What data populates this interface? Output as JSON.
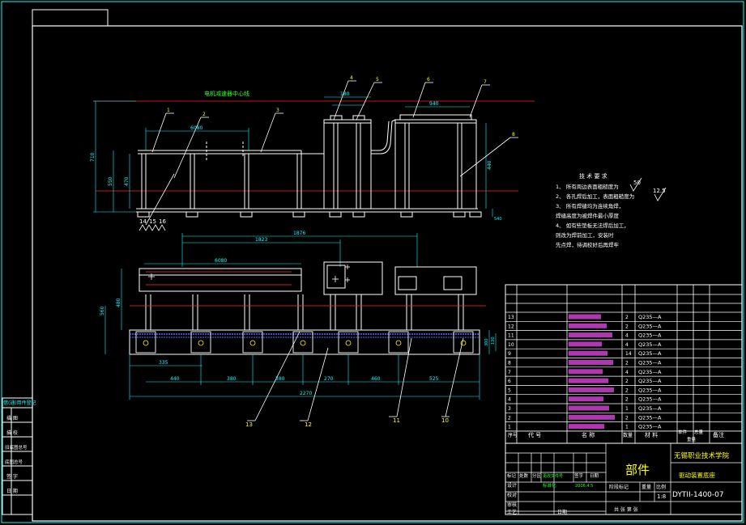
{
  "center_line_label": "电机减速器中心线",
  "tech_req": {
    "title": "技 术 要 求",
    "lines": [
      "1、 所有周边表面粗糙度为",
      "2、 各孔焊后加工，表面粗糙度为",
      "3、 所有焊缝均为连续角焊，",
      "    焊缝高度为被焊件最小厚度",
      "4、 如有些垫板无法焊后加工，",
      "    则改为焊前加工，安装时",
      "    先点焊，待调校好后再焊牢"
    ],
    "roughness_1": "50",
    "roughness_2": "12.5"
  },
  "front_view_dims": [
    "6080",
    "180",
    "940",
    "710",
    "550",
    "470",
    "440",
    "540"
  ],
  "front_view_balloons": [
    "1",
    "2",
    "3",
    "4",
    "5",
    "6",
    "7",
    "8"
  ],
  "front_view_bottom_labels": [
    "14",
    "15",
    "16"
  ],
  "plan_view_dims": [
    "1876",
    "1823",
    "6080",
    "560",
    "480",
    "335",
    "440",
    "380",
    "380",
    "270",
    "460",
    "525",
    "2270",
    "300",
    "130"
  ],
  "plan_view_balloons": [
    "13",
    "12",
    "11",
    "10"
  ],
  "bom": {
    "rows": [
      {
        "no": "13",
        "name": "",
        "qty": "2",
        "material": "Q235—A"
      },
      {
        "no": "12",
        "name": "",
        "qty": "2",
        "material": "Q235—A"
      },
      {
        "no": "11",
        "name": "",
        "qty": "4",
        "material": "Q235—A"
      },
      {
        "no": "10",
        "name": "",
        "qty": "4",
        "material": "Q235—A"
      },
      {
        "no": "9",
        "name": "",
        "qty": "14",
        "material": "Q235—A"
      },
      {
        "no": "8",
        "name": "",
        "qty": "2",
        "material": "Q235—A"
      },
      {
        "no": "7",
        "name": "",
        "qty": "4",
        "material": "Q235—A"
      },
      {
        "no": "6",
        "name": "",
        "qty": "2",
        "material": "Q235—A"
      },
      {
        "no": "5",
        "name": "",
        "qty": "2",
        "material": "Q235—A"
      },
      {
        "no": "4",
        "name": "",
        "qty": "2",
        "material": "Q235—A"
      },
      {
        "no": "3",
        "name": "",
        "qty": "1",
        "material": "Q235—A"
      },
      {
        "no": "2",
        "name": "",
        "qty": "2",
        "material": "Q235—A"
      },
      {
        "no": "1",
        "name": "",
        "qty": "1",
        "material": "Q235—A"
      }
    ],
    "header": {
      "no": "序号",
      "code": "代  号",
      "name": "名  称",
      "qty": "数量",
      "material": "材  料",
      "unit_weight": "单件",
      "total_weight": "总量",
      "weight": "重量",
      "remarks": "备注"
    }
  },
  "title_block": {
    "school": "无锡职业技术学院",
    "part_type": "部件",
    "drawing_name": "驱动装置底座",
    "drawing_no": "DYTII-1400-07",
    "scale": "1:8",
    "signature_cols": [
      "标记",
      "处数",
      "分区",
      "更改文件号",
      "签字",
      "日期"
    ],
    "design_row": [
      "设计",
      "",
      "",
      "标准化",
      "",
      ""
    ],
    "check_row": "校对",
    "review_row": "审核",
    "process_row": "工艺",
    "approve": "日期",
    "stage_label": "阶段标记",
    "weight_label": "重量",
    "ratio_label": "比例",
    "sheets_label": "共  张  第  张",
    "date_val": "2006.4.5"
  },
  "left_block": {
    "labels": [
      "描 图",
      "描 校",
      "旧底图总号",
      "底图总号",
      "签 字",
      "日 期"
    ],
    "top_label": "借(通)用件登记"
  }
}
